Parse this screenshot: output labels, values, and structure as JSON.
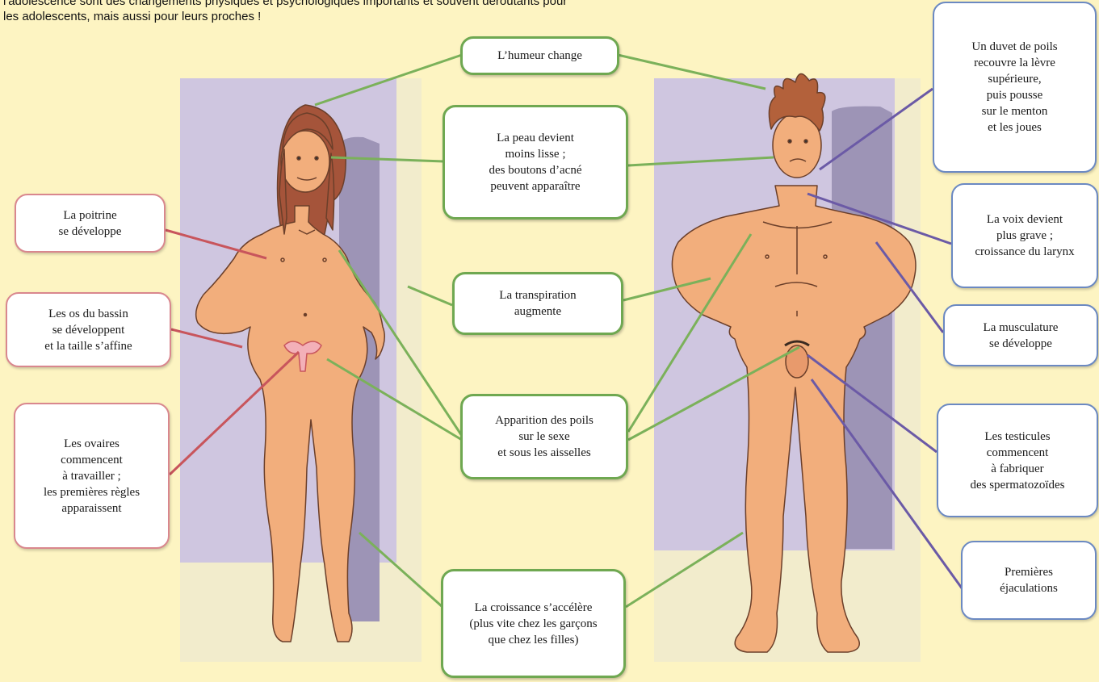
{
  "intro": {
    "line1": "l'adolescence sont des changements physiques et psychologiques importants et souvent déroutants pour",
    "line2": "les adolescents, mais aussi pour leurs proches !"
  },
  "colors": {
    "background": "#fdf4c2",
    "panel": "#cfc6e0",
    "shadow": "#9d94b6",
    "skin": "#f2ae7c",
    "skin_outline": "#6b3f2a",
    "hair_female": "#a5543a",
    "hair_male": "#b3613b",
    "shared_line": "#7bb15a",
    "female_line": "#c8555c",
    "male_line": "#6b5aa6"
  },
  "labels": {
    "shared": {
      "mood": "L’humeur change",
      "skin": "La peau devient\nmoins lisse ;\ndes boutons d’acné\npeuvent apparaître",
      "sweat": "La transpiration\naugmente",
      "hair": "Apparition des poils\nsur le sexe\net sous les aisselles",
      "growth": "La croissance s’accélère\n(plus vite chez les garçons\nque chez les filles)"
    },
    "female": {
      "breast": "La poitrine\nse développe",
      "pelvis": "Les os du bassin\nse développent\net la taille s’affine",
      "ovaries": "Les ovaires\ncommencent\nà travailler ;\nles premières règles\napparaissent"
    },
    "male": {
      "facial_hair": "Un duvet de poils\nrecouvre la lèvre\nsupérieure,\npuis pousse\nsur le menton\net les joues",
      "voice": "La voix devient\nplus grave ;\ncroissance du larynx",
      "muscles": "La musculature\nse développe",
      "testicles": "Les testicules\ncommencent\nà fabriquer\ndes spermatozoïdes",
      "ejaculation": "Premières\néjaculations"
    }
  }
}
